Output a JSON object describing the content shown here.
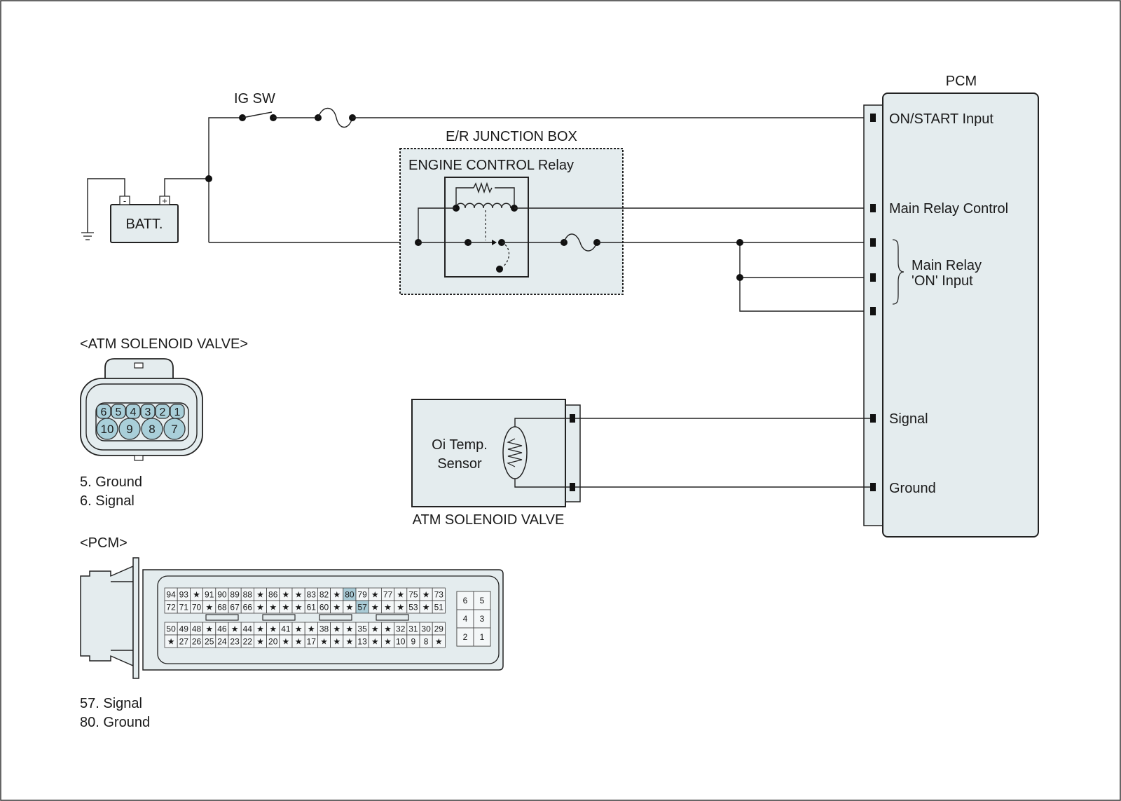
{
  "labels": {
    "ig_sw": "IG SW",
    "batt": "BATT.",
    "batt_neg": "-",
    "batt_pos": "+",
    "junction_box": "E/R JUNCTION BOX",
    "relay": "ENGINE CONTROL Relay",
    "pcm_title": "PCM",
    "sensor_line1": "Oi Temp.",
    "sensor_line2": "Sensor",
    "atm_valve": "ATM SOLENOID VALVE",
    "main_relay_on_line1": "Main Relay",
    "main_relay_on_line2": "'ON' Input"
  },
  "pcm_terminals": [
    {
      "label": "ON/START Input"
    },
    {
      "label": "Main Relay Control"
    },
    {
      "label": "Signal"
    },
    {
      "label": "Ground"
    }
  ],
  "atm_connector": {
    "title": "<ATM SOLENOID VALVE>",
    "top_pins": [
      "6",
      "5",
      "4",
      "3",
      "2",
      "1"
    ],
    "bottom_pins": [
      "10",
      "9",
      "8",
      "7"
    ],
    "legend": [
      "5. Ground",
      "6. Signal"
    ]
  },
  "pcm_connector": {
    "title": "<PCM>",
    "block_a_row1": [
      "94",
      "93",
      "★",
      "91",
      "90",
      "89",
      "88",
      "★",
      "86",
      "★",
      "★",
      "83",
      "82",
      "★",
      "80",
      "79",
      "★",
      "77",
      "★",
      "75",
      "★",
      "73"
    ],
    "block_a_row2": [
      "72",
      "71",
      "70",
      "★",
      "68",
      "67",
      "66",
      "★",
      "★",
      "★",
      "★",
      "61",
      "60",
      "★",
      "★",
      "57",
      "★",
      "★",
      "★",
      "53",
      "★",
      "51"
    ],
    "block_b_row1": [
      "50",
      "49",
      "48",
      "★",
      "46",
      "★",
      "44",
      "★",
      "★",
      "41",
      "★",
      "★",
      "38",
      "★",
      "★",
      "35",
      "★",
      "★",
      "32",
      "31",
      "30",
      "29"
    ],
    "block_b_row2": [
      "★",
      "27",
      "26",
      "25",
      "24",
      "23",
      "22",
      "★",
      "20",
      "★",
      "★",
      "17",
      "★",
      "★",
      "★",
      "13",
      "★",
      "★",
      "10",
      "9",
      "8",
      "★"
    ],
    "highlighted": [
      "80",
      "57"
    ],
    "side_pins": [
      [
        "6",
        "5"
      ],
      [
        "4",
        "3"
      ],
      [
        "2",
        "1"
      ]
    ],
    "legend": [
      "57. Signal",
      "80. Ground"
    ]
  },
  "colors": {
    "box_fill": "#e4ecee",
    "pin_fill": "#a9cfd9",
    "highlight": "#a9cbd6",
    "line": "#222222"
  }
}
